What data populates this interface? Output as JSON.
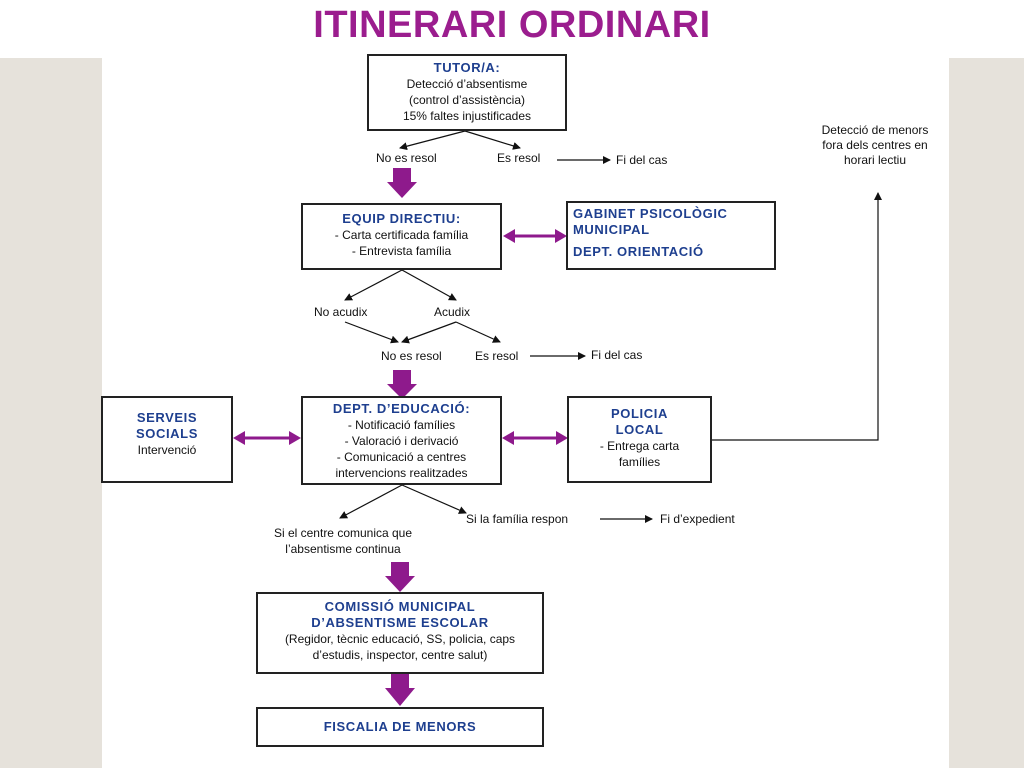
{
  "title": "ITINERARI ORDINARI",
  "colors": {
    "accent": "#9b1d8e",
    "heading_blue": "#1e3f8f",
    "background_side": "#e6e2db"
  },
  "boxes": {
    "tutor": {
      "heading": "TUTOR/A:",
      "lines": [
        "Detecció d’absentisme",
        "(control d’assistència)",
        "15% faltes injustificades"
      ]
    },
    "equip": {
      "heading": "EQUIP DIRECTIU:",
      "lines": [
        "- Carta certificada família",
        "- Entrevista família"
      ]
    },
    "gabinet": {
      "heading1": "GABINET PSICOLÒGIC",
      "heading2": "MUNICIPAL",
      "heading3": "DEPT. ORIENTACIÓ"
    },
    "dept_educacio": {
      "heading": "DEPT. D’EDUCACIÓ:",
      "lines": [
        "- Notificació famílies",
        "- Valoració i derivació",
        "- Comunicació a centres",
        "intervencions realitzades"
      ]
    },
    "serveis": {
      "heading1": "SERVEIS",
      "heading2": "SOCIALS",
      "line": "Intervenció"
    },
    "policia": {
      "heading1": "POLICIA",
      "heading2": "LOCAL",
      "lines": [
        "- Entrega carta",
        "famílies"
      ]
    },
    "comissio": {
      "heading1": "COMISSIÓ MUNICIPAL",
      "heading2": "D’ABSENTISME ESCOLAR",
      "lines": [
        "(Regidor, tècnic educació, SS, policia, caps",
        "d’estudis, inspector, centre salut)"
      ]
    },
    "fiscalia": {
      "heading": "FISCALIA DE MENORS"
    }
  },
  "labels": {
    "no_es_resol_1": "No es resol",
    "es_resol_1": "Es resol",
    "fi_del_cas_1": "Fi del cas",
    "no_acudix": "No acudix",
    "acudix": "Acudix",
    "no_es_resol_2": "No es resol",
    "es_resol_2": "Es resol",
    "fi_del_cas_2": "Fi del cas",
    "si_centre_1": "Si el centre comunica que",
    "si_centre_2": "l’absentisme continua",
    "si_familia": "Si la família respon",
    "fi_expedient": "Fi d’expedient",
    "deteccio_1": "Detecció de menors",
    "deteccio_2": "fora dels centres en",
    "deteccio_3": "horari lectiu"
  }
}
